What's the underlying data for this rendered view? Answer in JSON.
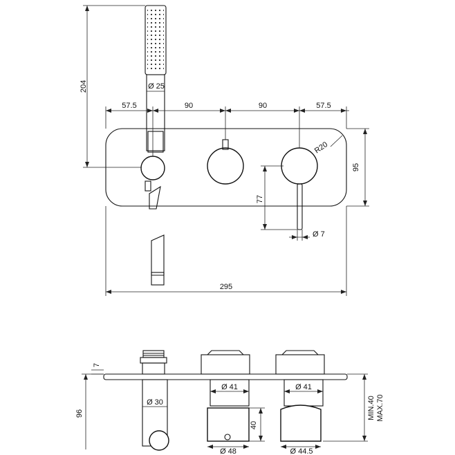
{
  "front_view": {
    "dims": {
      "height_shower": "204",
      "hand_shower_dia": "Ø 25",
      "seg1": "57.5",
      "seg2": "90",
      "seg3": "90",
      "seg4": "57.5",
      "radius": "R20",
      "plate_height": "95",
      "lever_length": "77",
      "lever_dia": "Ø 7",
      "overall_width": "295"
    }
  },
  "side_view": {
    "dims": {
      "plate_thickness": "7",
      "total_depth": "96",
      "diverter_dia": "Ø 30",
      "body_dia_1": "Ø 41",
      "body_dia_2": "Ø 41",
      "depth_40": "40",
      "base_dia_1": "Ø 48",
      "base_dia_2": "Ø 44.5",
      "min_depth": "MIN.40",
      "max_depth": "MAX.70"
    }
  }
}
